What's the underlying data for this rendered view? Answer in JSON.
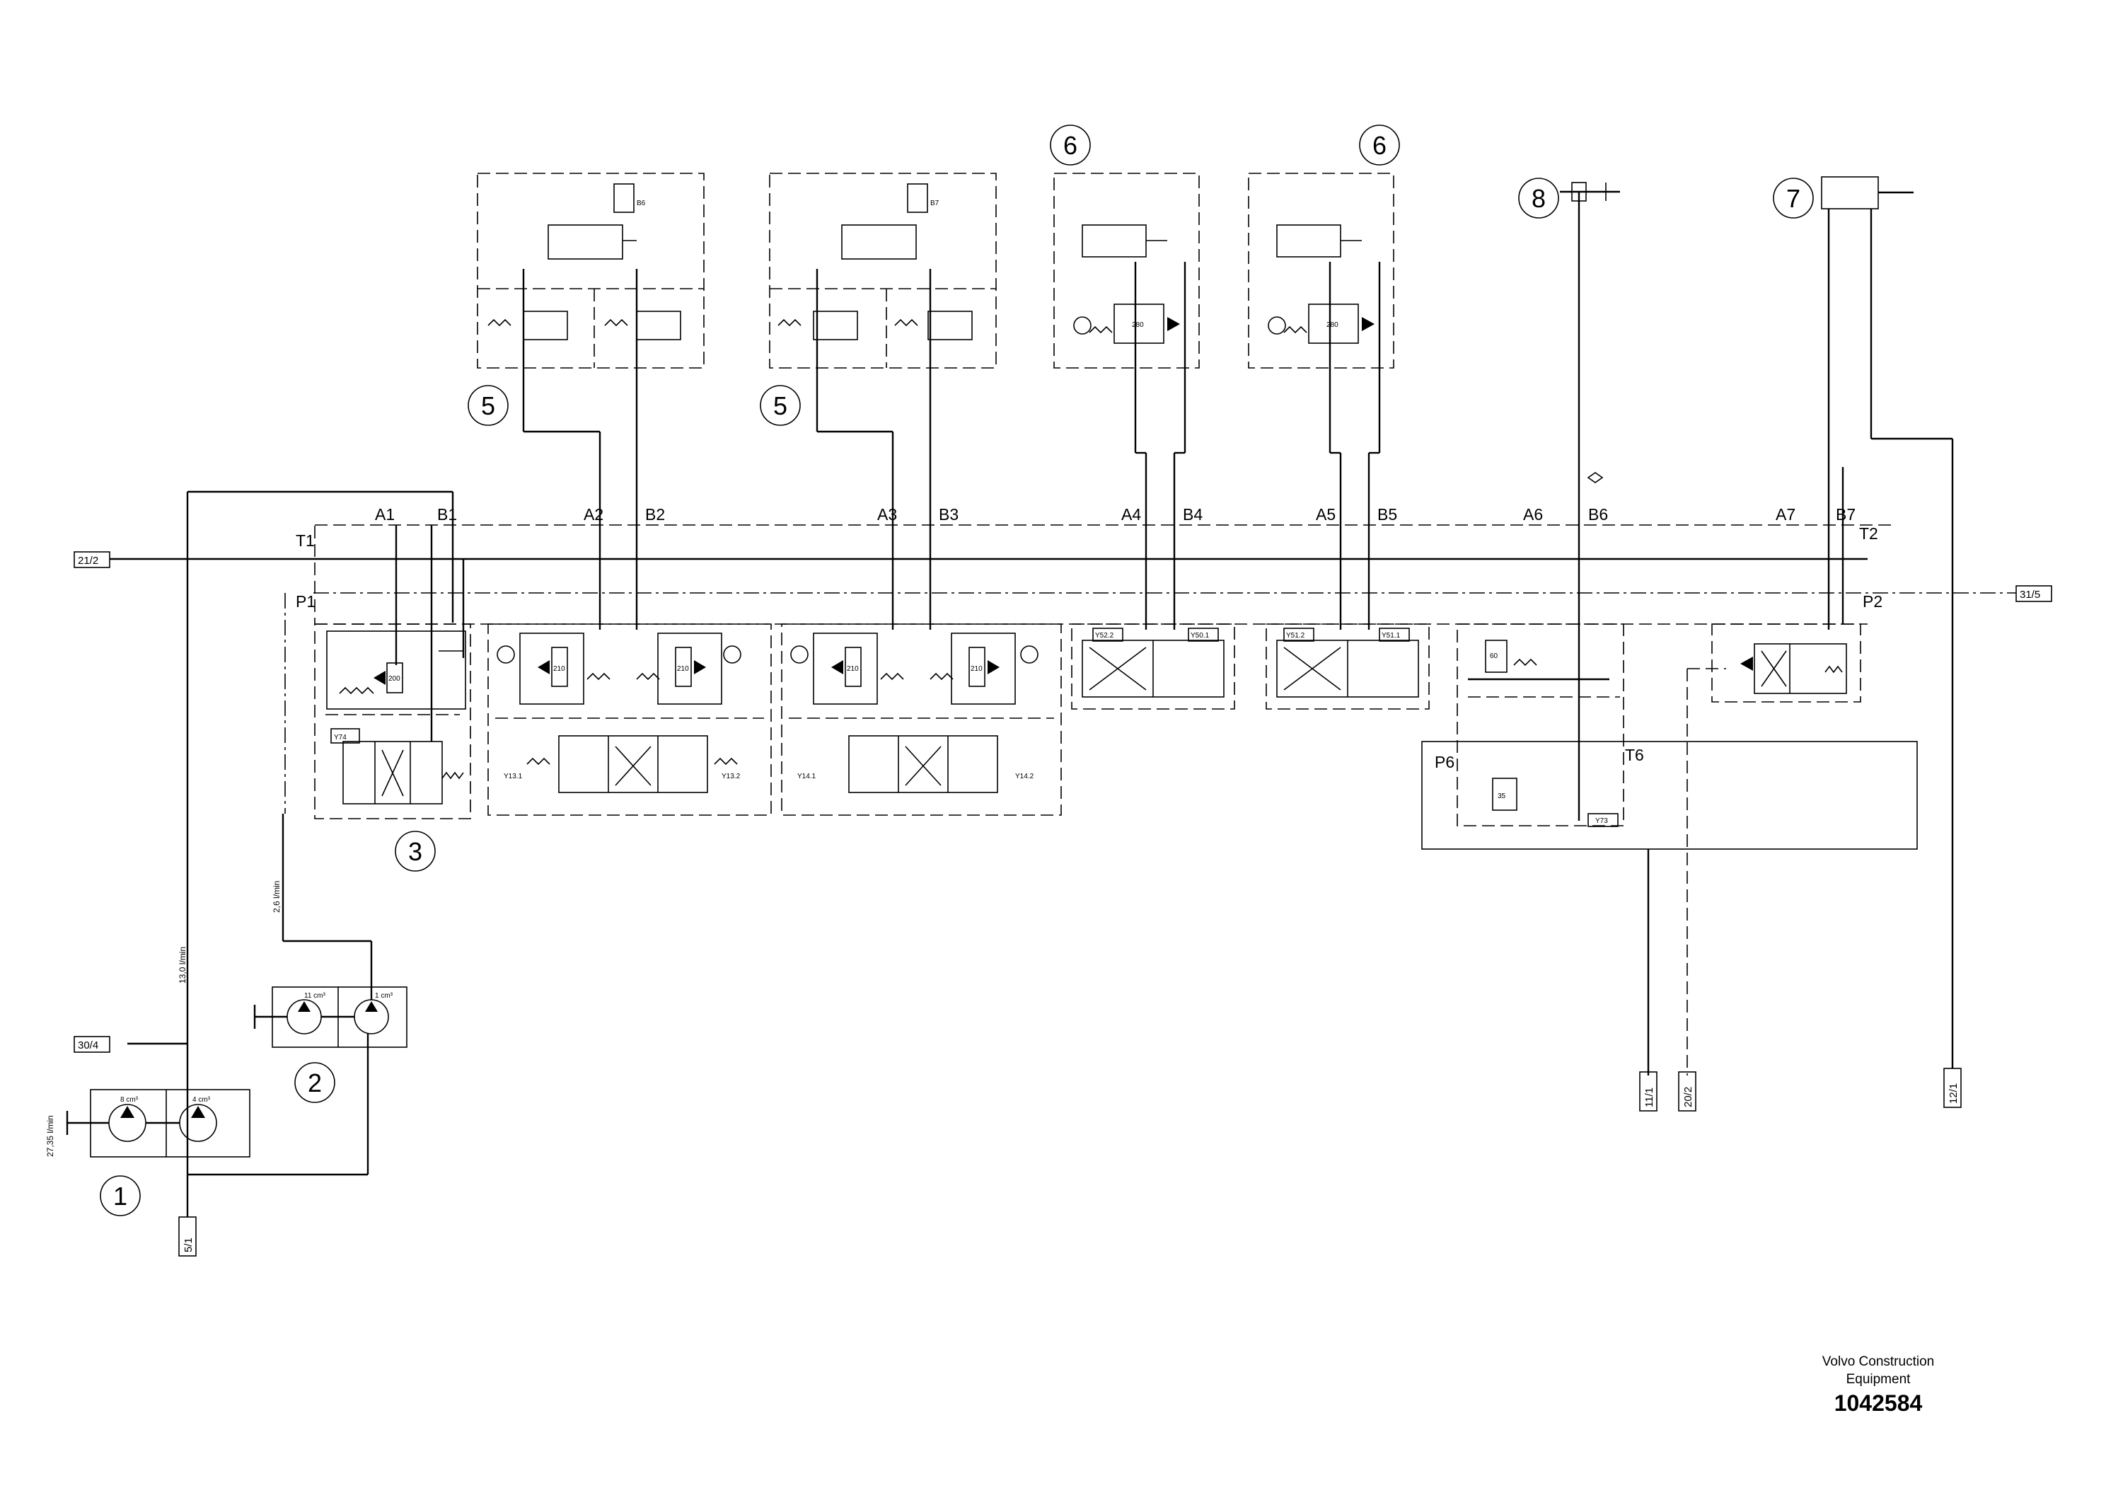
{
  "port_labels": {
    "a1": "A1",
    "b1": "B1",
    "a2": "A2",
    "b2": "B2",
    "a3": "A3",
    "b3": "B3",
    "a4": "A4",
    "b4": "B4",
    "a5": "A5",
    "b5": "B5",
    "a6": "A6",
    "b6": "B6",
    "a7": "A7",
    "b7": "B7",
    "t1": "T1",
    "t2": "T2",
    "p1": "P1",
    "p2": "P2",
    "p6": "P6",
    "t6": "T6"
  },
  "references": {
    "r21_2": "21/2",
    "r31_5": "31/5",
    "r30_4": "30/4",
    "r5_1": "5/1",
    "r11_1": "11/1",
    "r20_2": "20/2",
    "r12_1": "12/1"
  },
  "components": {
    "c1": "1",
    "c2": "2",
    "c3": "3",
    "c5a": "5",
    "c5b": "5",
    "c6a": "6",
    "c6b": "6",
    "c7": "7",
    "c8": "8"
  },
  "flows": {
    "f_pump1": "27,35 l/min",
    "f_13": "13,0 l/min",
    "f_26": "2,6 l/min"
  },
  "displacements": {
    "d8": "8 cm³",
    "d4": "4 cm³",
    "d11": "11 cm³",
    "d1": "1 cm³"
  },
  "solenoids": {
    "y74": "Y74",
    "y13_1": "Y13.1",
    "y13_2": "Y13.2",
    "y14_1": "Y14.1",
    "y14_2": "Y14.2",
    "y52_2": "Y52.2",
    "y50_1": "Y50.1",
    "y51_2": "Y51.2",
    "y51_1": "Y51.1",
    "y73": "Y73"
  },
  "sensors": {
    "b6": "B6",
    "b7": "B7"
  },
  "valve_settings": {
    "v200": "200",
    "v210a": "210",
    "v210b": "210",
    "v210c": "210",
    "v210d": "210",
    "v280a": "280",
    "v280b": "280",
    "v60": "60",
    "v35": "35"
  },
  "footer": {
    "brand_line1": "Volvo Construction",
    "brand_line2": "Equipment",
    "drawing_number": "1042584"
  }
}
